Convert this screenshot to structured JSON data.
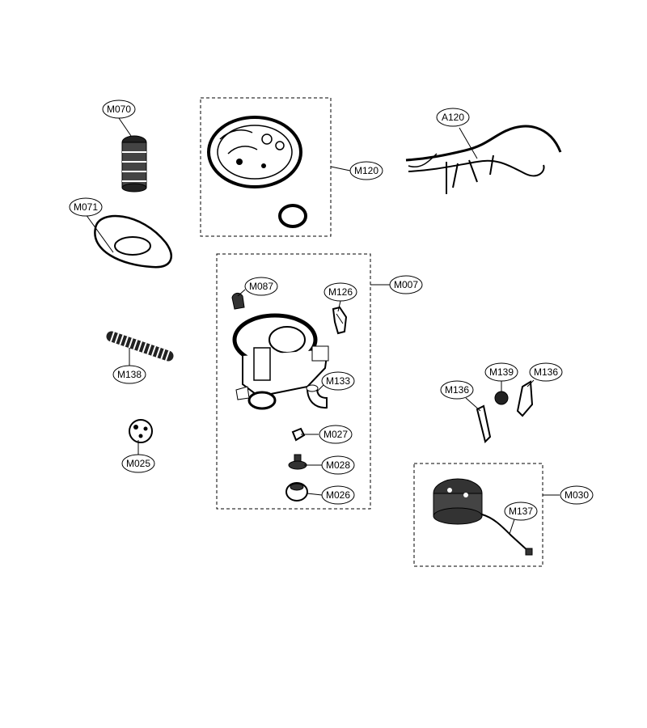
{
  "labels": {
    "m070": "M070",
    "m071": "M071",
    "m138": "M138",
    "m025": "M025",
    "m120": "M120",
    "a120": "A120",
    "m087": "M087",
    "m126": "M126",
    "m007": "M007",
    "m133": "M133",
    "m027": "M027",
    "m028": "M028",
    "m026": "M026",
    "m139": "M139",
    "m136a": "M136",
    "m136b": "M136",
    "m137": "M137",
    "m030": "M030"
  }
}
